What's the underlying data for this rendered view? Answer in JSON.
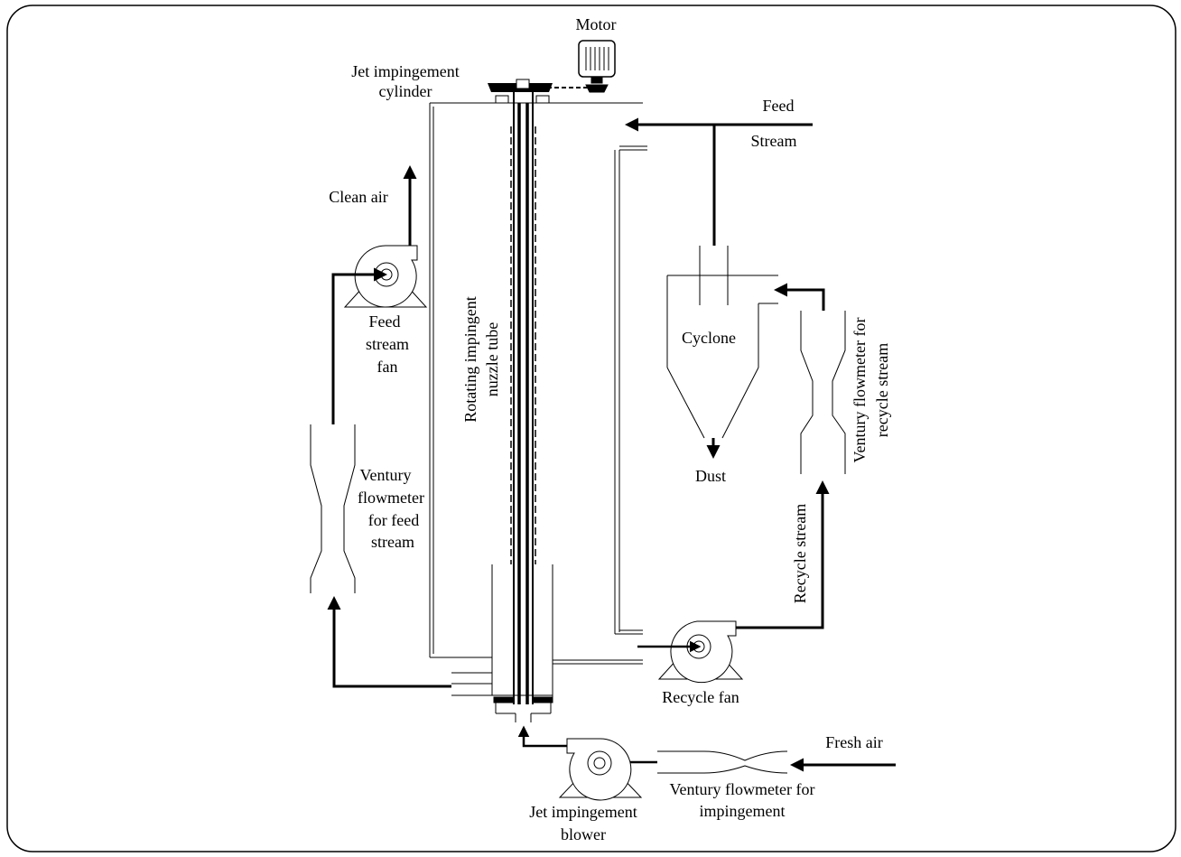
{
  "labels": {
    "motor": "Motor",
    "jet_cylinder_1": "Jet impingement",
    "jet_cylinder_2": "cylinder",
    "feed_1": "Feed",
    "feed_2": "Stream",
    "clean_air": "Clean air",
    "feed_fan_1": "Feed",
    "feed_fan_2": "stream",
    "feed_fan_3": "fan",
    "nozzle_1": "Rotating impingent",
    "nozzle_2": "nuzzle tube",
    "cyclone": "Cyclone",
    "dust": "Dust",
    "venturi_recycle_1": "Ventury flowmeter for",
    "venturi_recycle_2": "recycle stream",
    "venturi_feed_1": "Ventury",
    "venturi_feed_2": "flowmeter",
    "venturi_feed_3": "for feed",
    "venturi_feed_4": "stream",
    "recycle_stream": "Recycle stream",
    "recycle_fan": "Recycle fan",
    "fresh_air": "Fresh air",
    "venturi_imp_1": "Ventury flowmeter for",
    "venturi_imp_2": "impingement",
    "blower_1": "Jet impingement",
    "blower_2": "blower"
  },
  "colors": {
    "line": "#000000",
    "background": "#ffffff"
  }
}
